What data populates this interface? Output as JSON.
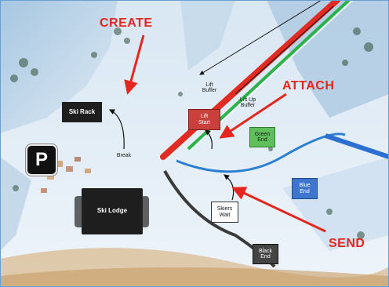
{
  "callouts": {
    "create": "CREATE",
    "attach": "ATTACH",
    "send": "SEND"
  },
  "nodes": {
    "ski_rack": "Ski Rack",
    "ski_lodge": "Ski Lodge",
    "break": "Break",
    "lift_buffer_1": "Lift",
    "lift_buffer_2": "Buffer",
    "lift_up_buffer_1": "Lift Up",
    "lift_up_buffer_2": "Buffer",
    "lift_start_1": "Lift",
    "lift_start_2": "Start",
    "green_end_1": "Green",
    "green_end_2": "End",
    "blue_end_1": "Blue",
    "blue_end_2": "End",
    "black_end_1": "Black",
    "black_end_2": "End",
    "skiers_wait_1": "Skiers",
    "skiers_wait_2": "Wait"
  },
  "parking_sign": "P",
  "colors": {
    "callout": "#e5261f",
    "lift_line": "#e22b22",
    "green_run": "#2db24a",
    "blue_run": "#2a7fd0",
    "black_run": "#3a3a3a",
    "lift_start": "#c9403d",
    "green_end": "#5fbf5b",
    "blue_end": "#3d76cc",
    "black_end": "#444444"
  }
}
